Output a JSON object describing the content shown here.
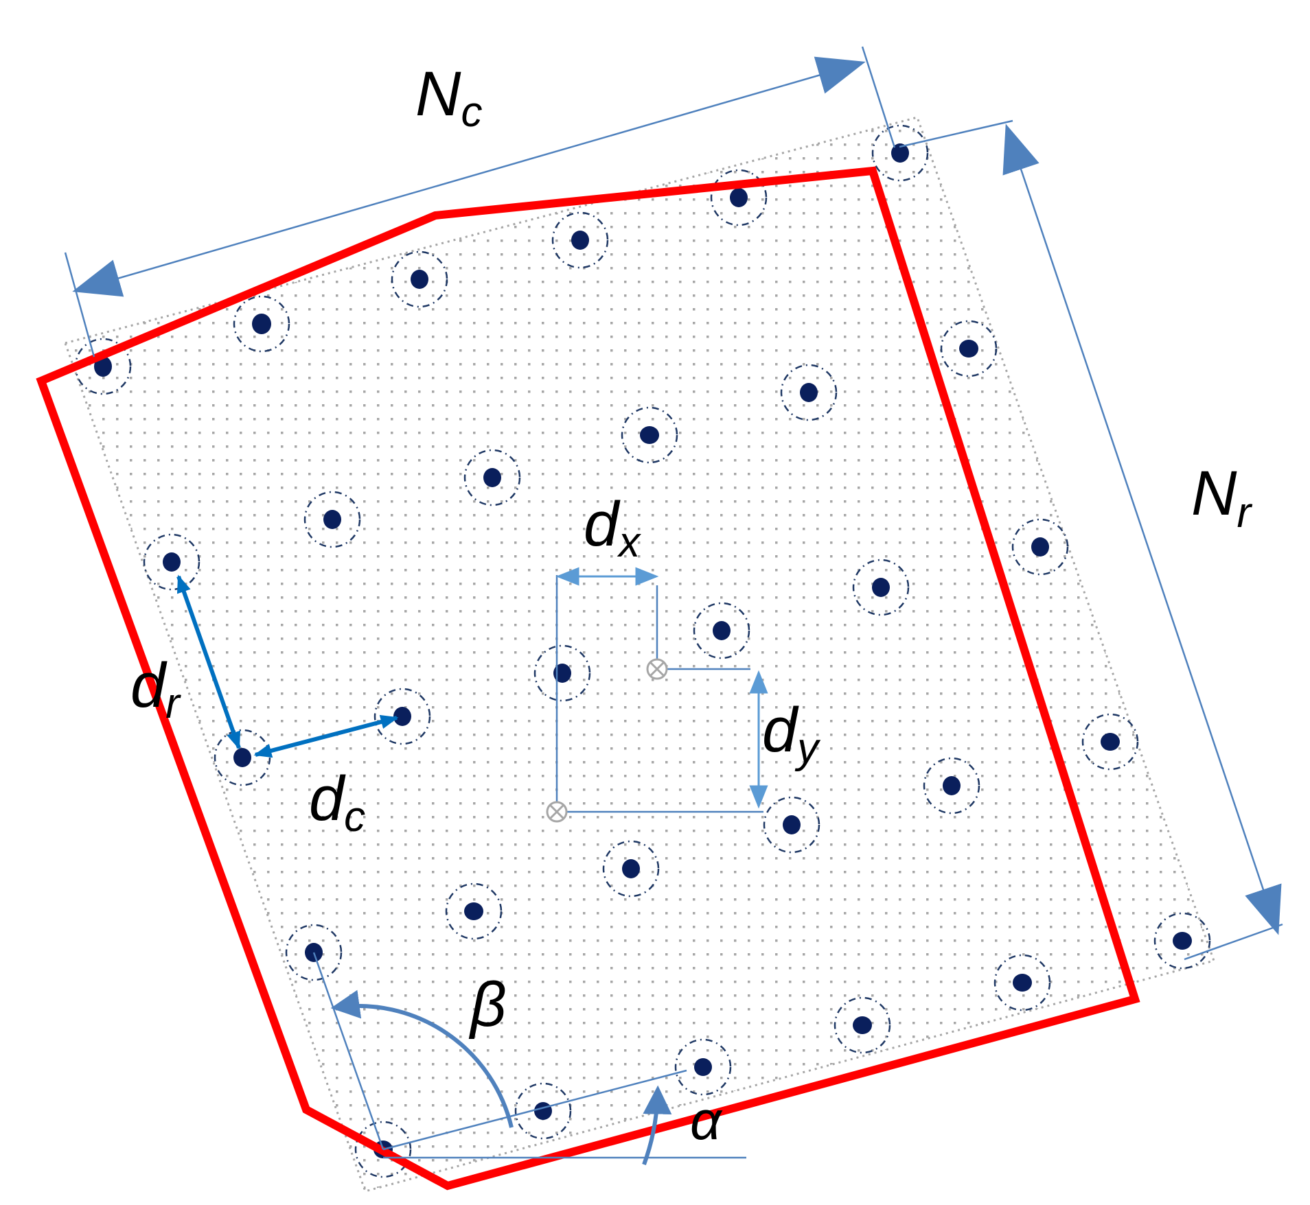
{
  "labels": {
    "n_c": {
      "main": "N",
      "sub": "c"
    },
    "n_r": {
      "main": "N",
      "sub": "r"
    },
    "d_x": {
      "main": "d",
      "sub": "x"
    },
    "d_y": {
      "main": "d",
      "sub": "y"
    },
    "d_r": {
      "main": "d",
      "sub": "r"
    },
    "d_c": {
      "main": "d",
      "sub": "c"
    },
    "beta": "β",
    "alpha": "α"
  },
  "colors": {
    "boundary": "#ff0000",
    "dimension_line": "#4f81bd",
    "spacing_arrow": "#0070c0",
    "offset_arrow": "#5b9bd5",
    "node": "#0a1f5c",
    "node_ring": "#1f3864",
    "grid_dot": "#a6a6a6",
    "origin_marker": "#a6a6a6"
  },
  "icons": {
    "node": "filled-dot-in-dash-dot-circle",
    "origin": "circled-cross-icon"
  }
}
